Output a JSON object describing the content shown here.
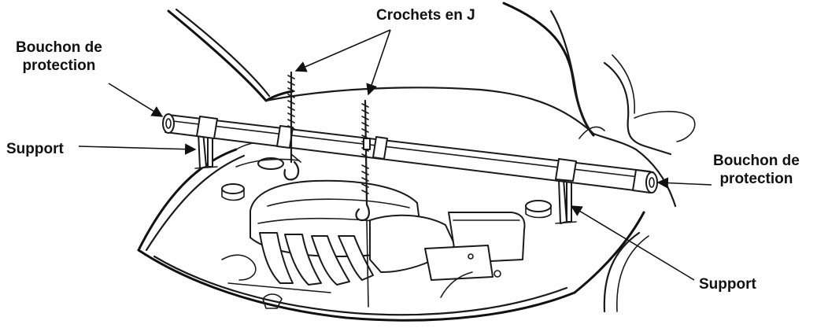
{
  "labels": {
    "j_hooks": "Crochets en J",
    "cap_left_line1": "Bouchon de",
    "cap_left_line2": "protection",
    "support_left": "Support",
    "cap_right_line1": "Bouchon de",
    "cap_right_line2": "protection",
    "support_right": "Support"
  }
}
